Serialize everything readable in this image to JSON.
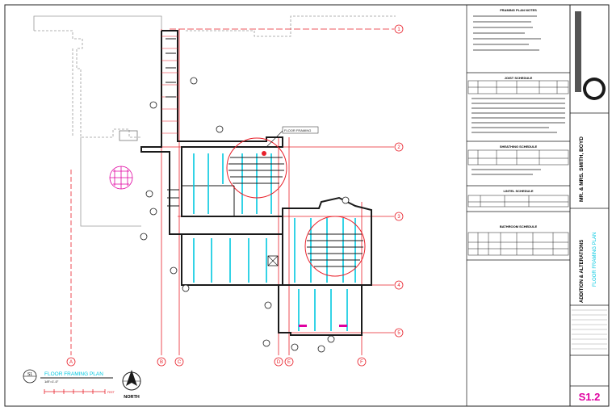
{
  "title_block": {
    "view_title": "FLOOR FRAMING PLAN",
    "view_scale": "1/8\"=1'-0\"",
    "view_number": "S1",
    "north_label": "NORTH",
    "scale_bar_label": "FEET",
    "sheet_number": "S1.2",
    "sheet_title": "FLOOR FRAMING PLAN",
    "project_name": "ADDITION & ALTERATIONS",
    "owner": "MR. & MRS. SMITH, BOYD"
  },
  "notes": {
    "framing_header": "FRAMING PLAN NOTES",
    "joist_header": "JOIST SCHEDULE",
    "sheathing_header": "SHEATHING SCHEDULE",
    "lintel_header": "LINTEL SCHEDULE",
    "bathroom_header": "BATHROOM SCHEDULE"
  },
  "callouts": {
    "detail_tag": "FLOOR FRAMING"
  },
  "grid": {
    "rows": [
      "1",
      "2",
      "3",
      "4",
      "5"
    ],
    "cols": [
      "A",
      "B",
      "C",
      "D",
      "E",
      "F"
    ]
  },
  "colors": {
    "grid_line": "#e8202a",
    "framing": "#00c8e0",
    "walls": "#1a1a1a",
    "existing": "#9a9a9a",
    "accent": "#e000a0"
  }
}
